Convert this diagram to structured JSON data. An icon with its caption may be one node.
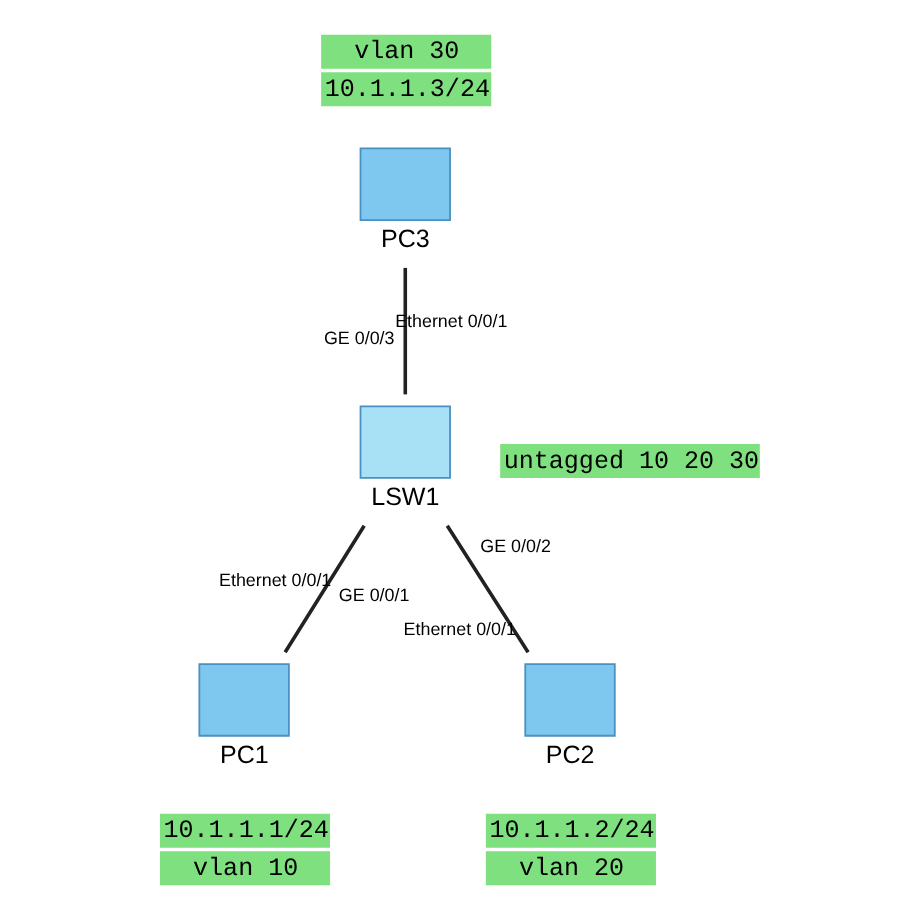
{
  "diagram": {
    "nodes": [
      {
        "text": [
          "PC3"
        ],
        "beside": [
          "vlan 30",
          "10.1.1.3/24"
        ]
      },
      {
        "text": [
          "LSW1"
        ],
        "beside": [
          "untagged 10 20 30"
        ]
      },
      {
        "text": [
          "PC1"
        ],
        "beside": [
          "10.1.1.1/24",
          "vlan 10"
        ]
      },
      {
        "text": [
          "PC2"
        ],
        "beside": [
          "10.1.1.2/24",
          "vlan 20"
        ]
      }
    ],
    "edges": [
      {
        "from": 0,
        "to": 1,
        "arrow": "none"
      },
      {
        "from": 1,
        "to": 2,
        "arrow": "none"
      },
      {
        "from": 1,
        "to": 3,
        "arrow": "none"
      }
    ],
    "labels": [
      "Ethernet 0/0/1",
      "GE 0/0/3",
      "GE 0/0/1",
      "GE 0/0/2",
      "Ethernet 0/0/1",
      "Ethernet 0/0/1"
    ]
  }
}
